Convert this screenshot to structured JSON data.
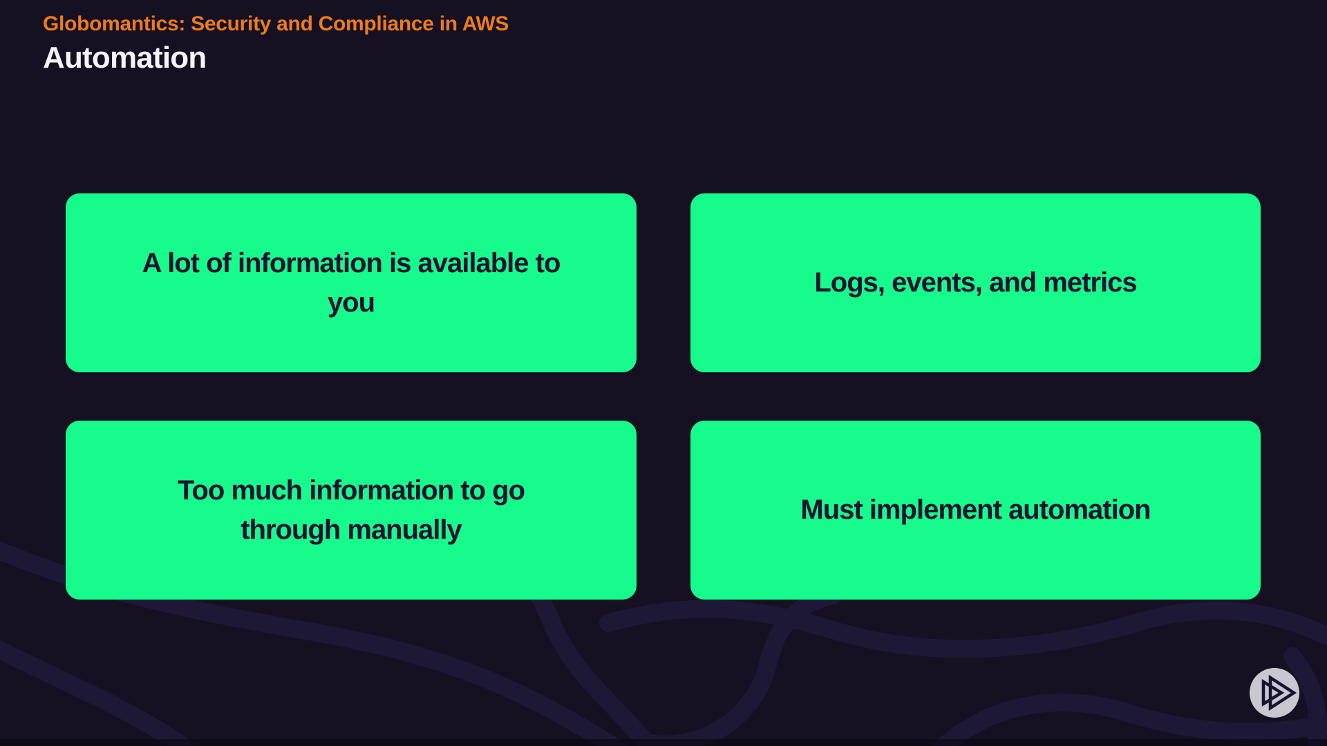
{
  "slide": {
    "kicker": "Globomantics: Security and Compliance in AWS",
    "title": "Automation"
  },
  "cards": [
    {
      "label": "A lot of information is available to\nyou"
    },
    {
      "label": "Logs, events, and metrics"
    },
    {
      "label": "Too much information to go\nthrough manually"
    },
    {
      "label": "Must implement automation"
    }
  ],
  "branding": {
    "logo": "pluralsight-play-icon"
  },
  "colors": {
    "background": "#151022",
    "card_green": "#17fa8c",
    "kicker_orange": "#ee7b1c",
    "title_white": "#f5f4f8",
    "card_text": "#181331",
    "wave_line": "#1e1837",
    "badge_gray": "#c9c7d0"
  }
}
